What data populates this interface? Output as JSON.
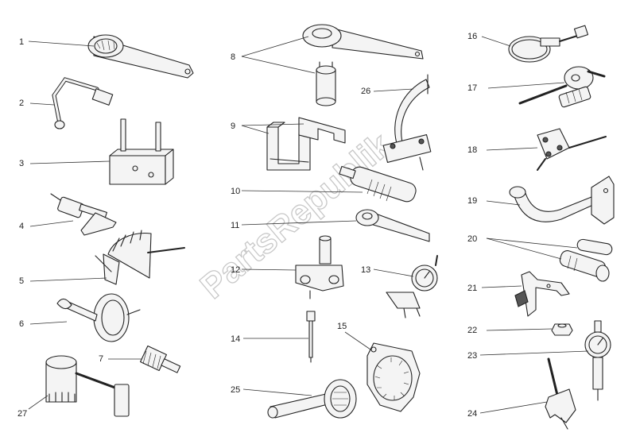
{
  "watermark": "PartsRepublik",
  "callouts": [
    "1",
    "2",
    "3",
    "4",
    "5",
    "6",
    "27",
    "7",
    "8",
    "26",
    "9",
    "10",
    "11",
    "12",
    "13",
    "14",
    "15",
    "25",
    "16",
    "17",
    "18",
    "19",
    "20",
    "21",
    "22",
    "23",
    "24"
  ]
}
